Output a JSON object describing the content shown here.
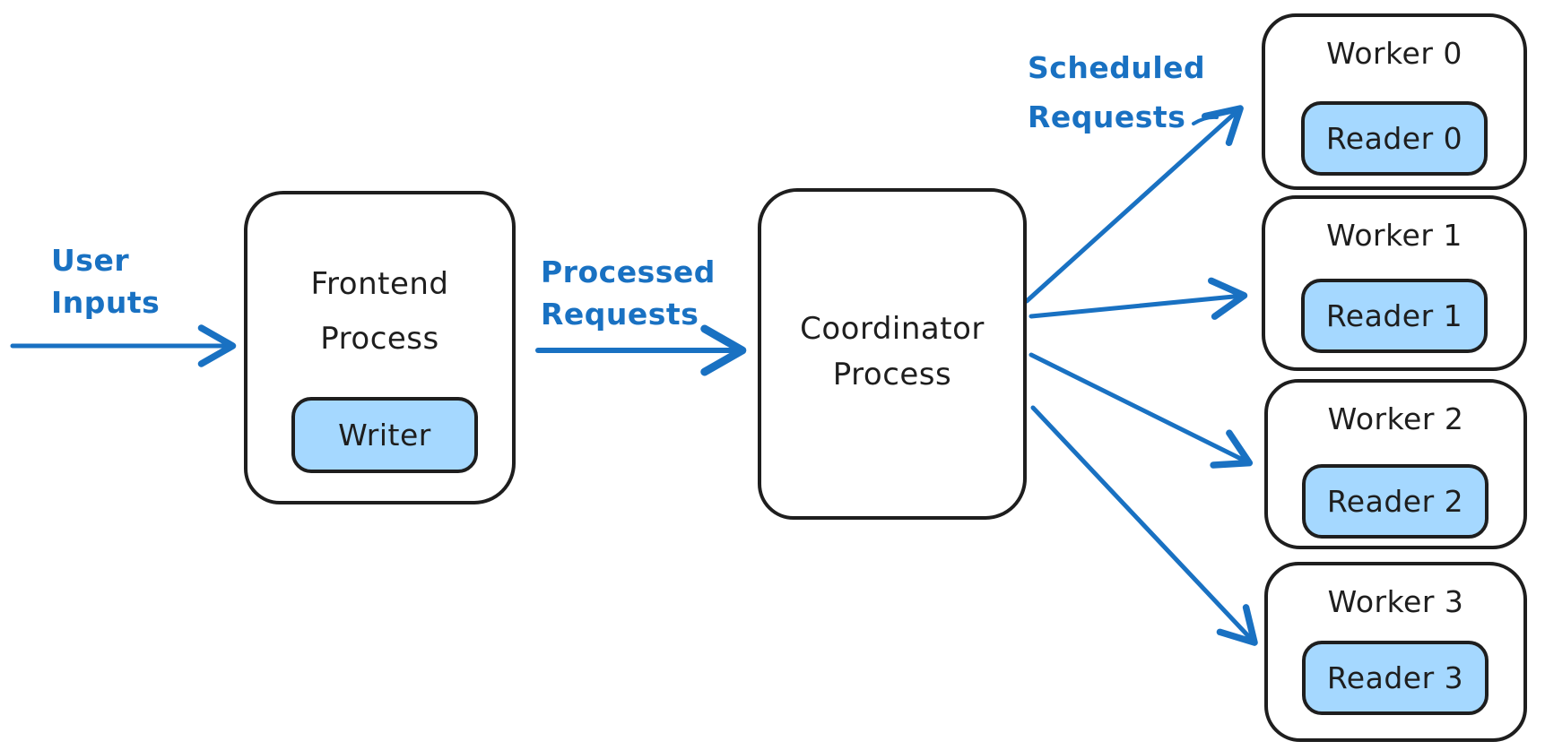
{
  "colors": {
    "accent_blue": "#1971c2",
    "inner_pill_fill": "#a5d8ff",
    "node_fill": "#ffffff",
    "stroke": "#1e1e1e"
  },
  "edge_labels": {
    "user_inputs": {
      "line1": "User",
      "line2": "Inputs"
    },
    "processed_requests": {
      "line1": "Processed",
      "line2": "Requests"
    },
    "scheduled_requests": {
      "line1": "Scheduled",
      "line2": "Requests"
    }
  },
  "nodes": {
    "frontend": {
      "title_line1": "Frontend",
      "title_line2": "Process",
      "inner": "Writer"
    },
    "coordinator": {
      "title_line1": "Coordinator",
      "title_line2": "Process"
    },
    "workers": [
      {
        "title": "Worker 0",
        "inner": "Reader 0"
      },
      {
        "title": "Worker 1",
        "inner": "Reader 1"
      },
      {
        "title": "Worker 2",
        "inner": "Reader 2"
      },
      {
        "title": "Worker 3",
        "inner": "Reader 3"
      }
    ]
  }
}
